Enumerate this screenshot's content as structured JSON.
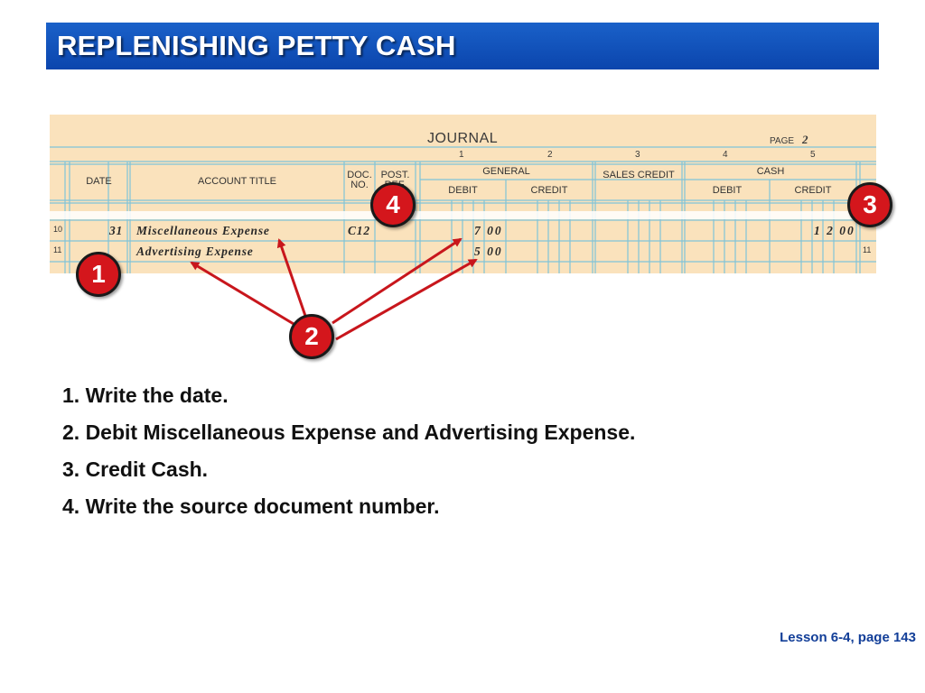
{
  "slide": {
    "title": "REPLENISHING PETTY CASH",
    "footer": "Lesson 6-4, page 143"
  },
  "journal": {
    "title": "JOURNAL",
    "page_label": "PAGE",
    "page_number": "2",
    "column_numbers": [
      "1",
      "2",
      "3",
      "4",
      "5"
    ],
    "headers": {
      "date": "DATE",
      "account_title": "ACCOUNT TITLE",
      "doc_no": "DOC. NO.",
      "post_ref": "POST. REF.",
      "general": "GENERAL",
      "general_debit": "DEBIT",
      "general_credit": "CREDIT",
      "sales_credit": "SALES CREDIT",
      "cash": "CASH",
      "cash_debit": "DEBIT",
      "cash_credit": "CREDIT"
    },
    "rows": [
      {
        "line": "10",
        "day": "31",
        "account": "Miscellaneous Expense",
        "doc": "C12",
        "general_debit": "7 00",
        "cash_credit": "1 2 00"
      },
      {
        "line": "11",
        "day": "",
        "account": "Advertising Expense",
        "doc": "",
        "general_debit": "5 00",
        "cash_credit": ""
      }
    ]
  },
  "callouts": [
    "1",
    "2",
    "3",
    "4"
  ],
  "steps": [
    "1. Write the date.",
    "2. Debit Miscellaneous Expense and Advertising Expense.",
    "3. Credit Cash.",
    "4. Write the source document number."
  ],
  "colors": {
    "title_bar": "#0b45ad",
    "journal_background": "#fae2bc",
    "rule_lines": "#7fc4d8",
    "callout": "#d4161c",
    "arrow": "#c8161c",
    "footer_text": "#123e98"
  }
}
